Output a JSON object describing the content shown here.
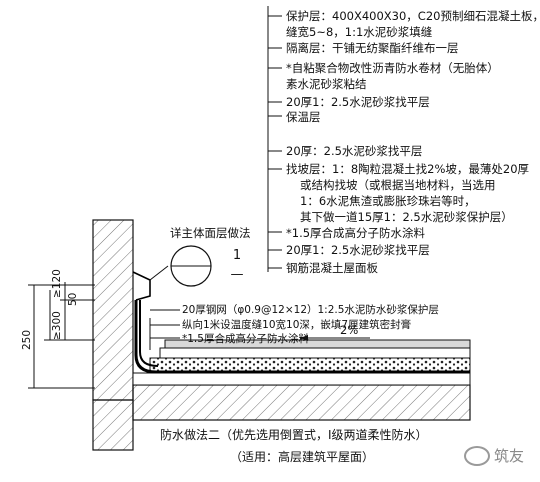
{
  "layers": [
    {
      "label": "保护层：400X400X30，C20预制细石混凝土板，"
    },
    {
      "label": "缝宽5~8，1:1水泥砂浆填缝"
    },
    {
      "label": "隔离层：干铺无纺聚酯纤维布一层"
    },
    {
      "label": "*自粘聚合物改性沥青防水卷材（无胎体）"
    },
    {
      "label": "素水泥砂浆粘结"
    },
    {
      "label": "20厚1：2.5水泥砂浆找平层"
    },
    {
      "label": "保温层"
    },
    {
      "label": "20厚：2.5水泥砂浆找平层"
    },
    {
      "label": "找坡层：1：8陶粒混凝土找2%坡，最薄处20厚"
    },
    {
      "label": "或结构找坡（或根据当地材料，当选用"
    },
    {
      "label": "1：6水泥焦渣或膨胀珍珠岩等时，"
    },
    {
      "label": "其下做一道15厚1：2.5水泥砂浆保护层）"
    },
    {
      "label": "*1.5厚合成高分子防水涂料"
    },
    {
      "label": "20厚1：2.5水泥砂浆找平层"
    },
    {
      "label": "钢筋混凝土屋面板"
    }
  ],
  "parapet_notes": [
    {
      "label": "20厚钢网（φ0.9@12×12）1:2.5水泥防水砂浆保护层"
    },
    {
      "label": "纵向1米设温度缝10宽10深，嵌填7厘建筑密封膏"
    },
    {
      "label": "*1.5厚合成高分子防水涂料"
    }
  ],
  "detail_ref": {
    "label": "详主体面层做法",
    "top": "1",
    "bottom": "—"
  },
  "slope": "2%",
  "dims": {
    "d120": "≥120",
    "d50": "50",
    "d300": "≥300",
    "d250": "250"
  },
  "caption": {
    "line1": "防水做法二（优先选用倒置式，I级两道柔性防水）",
    "line2": "（适用：高层建筑平屋面）"
  },
  "watermark": "筑友"
}
